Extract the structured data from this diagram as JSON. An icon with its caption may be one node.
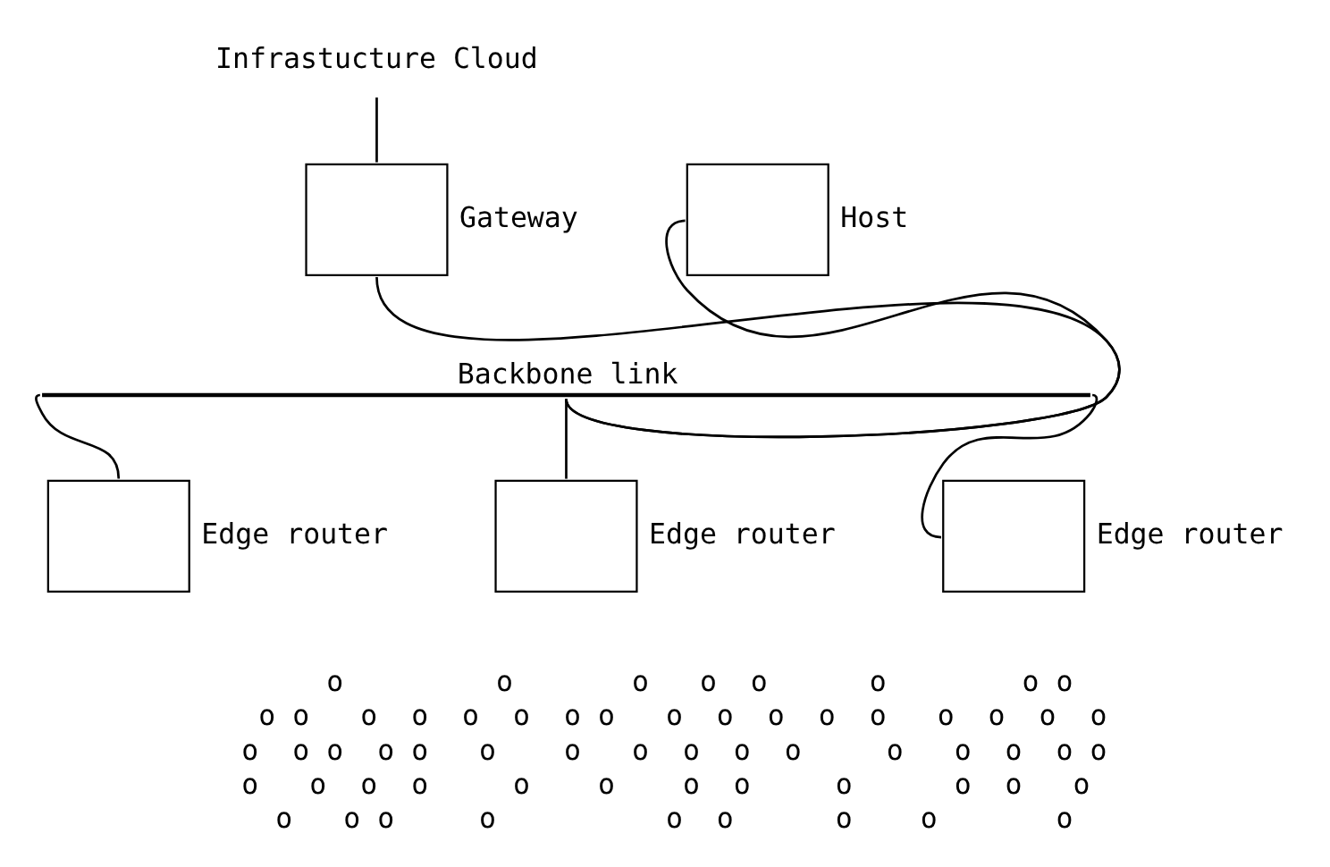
{
  "diagram": {
    "nodes": [
      {
        "text": [
          "Infrastucture Cloud"
        ]
      },
      {
        "text": [],
        "shape": "box",
        "beside": [
          "Gateway"
        ]
      },
      {
        "text": [],
        "shape": "box",
        "beside": [
          "Host"
        ]
      },
      {
        "text": [],
        "shape": "bar",
        "beside": [
          "Backbone link"
        ]
      },
      {
        "text": [],
        "shape": "box",
        "beside": [
          "Edge router"
        ]
      },
      {
        "text": [],
        "shape": "box",
        "beside": [
          "Edge router"
        ]
      },
      {
        "text": [],
        "shape": "box",
        "beside": [
          "Edge router"
        ]
      }
    ],
    "edges": [
      {
        "from": 0,
        "to": 1,
        "arrow": "none"
      },
      {
        "from": 1,
        "to": 3,
        "arrow": "none"
      },
      {
        "from": 2,
        "to": 3,
        "arrow": "none"
      },
      {
        "from": 3,
        "to": 4,
        "arrow": "none"
      },
      {
        "from": 3,
        "to": 5,
        "arrow": "none"
      },
      {
        "from": 3,
        "to": 6,
        "arrow": "none"
      }
    ],
    "labels": [
      "o         o       o   o  o      o        o o",
      "o o   o  o  o  o  o o   o  o  o  o  o   o  o  o  o",
      "o  o o  o o   o    o   o  o  o  o     o   o  o  o o",
      "o   o  o  o     o    o    o  o     o      o  o   o",
      "o   o o     o          o  o      o    o       o"
    ]
  }
}
